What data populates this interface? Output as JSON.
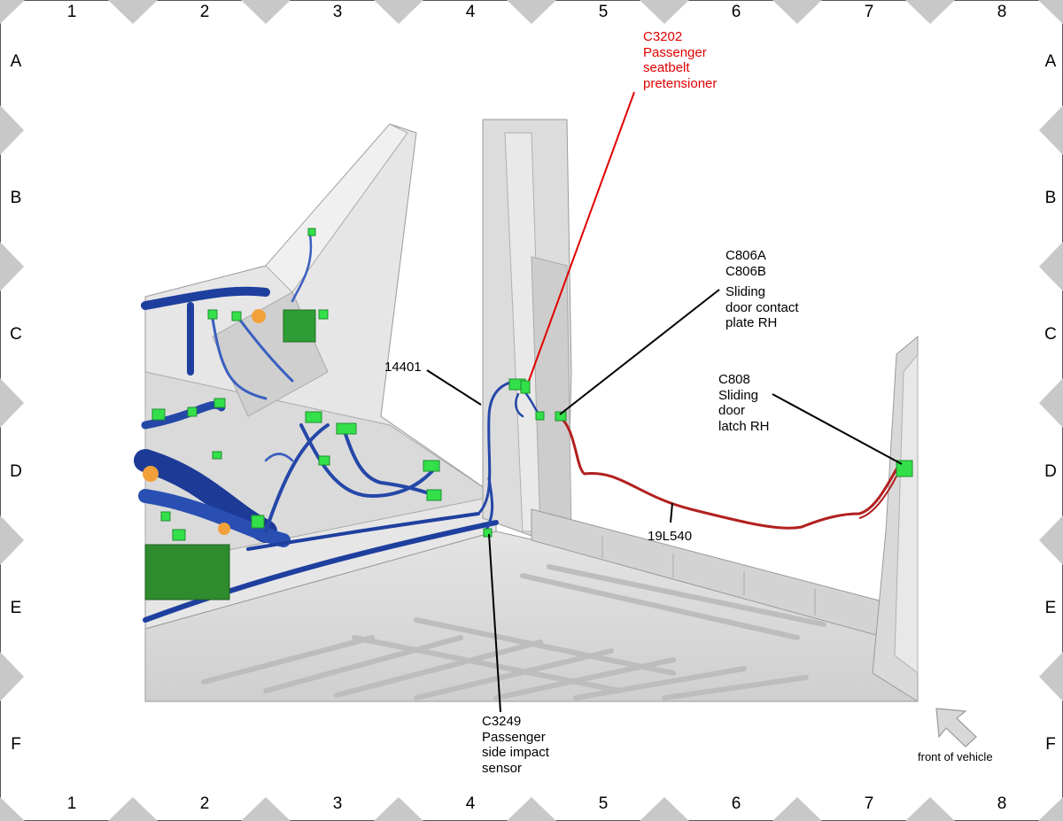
{
  "grid": {
    "columns": [
      "1",
      "2",
      "3",
      "4",
      "5",
      "6",
      "7",
      "8"
    ],
    "rows": [
      "A",
      "B",
      "C",
      "D",
      "E",
      "F"
    ]
  },
  "callouts": {
    "c3202": {
      "id": "C3202",
      "lines": [
        "Passenger",
        "seatbelt",
        "pretensioner"
      ]
    },
    "c806": {
      "ids": [
        "C806A",
        "C806B"
      ],
      "lines": [
        "Sliding",
        "door contact",
        "plate RH"
      ]
    },
    "c808": {
      "id": "C808",
      "lines": [
        "Sliding",
        "door",
        "latch RH"
      ]
    },
    "harness_14401": "14401",
    "harness_19l540": "19L540",
    "c3249": {
      "id": "C3249",
      "lines": [
        "Passenger",
        "side impact",
        "sensor"
      ]
    }
  },
  "orientation": {
    "label": "front of vehicle",
    "icon": "arrow-up-left-icon"
  },
  "colors": {
    "highlight": "#e00000",
    "harness_blue": "#1f3f9f",
    "harness_red": "#b22020",
    "connector": "#33e04a",
    "body_gray": "#d9d9d9"
  }
}
